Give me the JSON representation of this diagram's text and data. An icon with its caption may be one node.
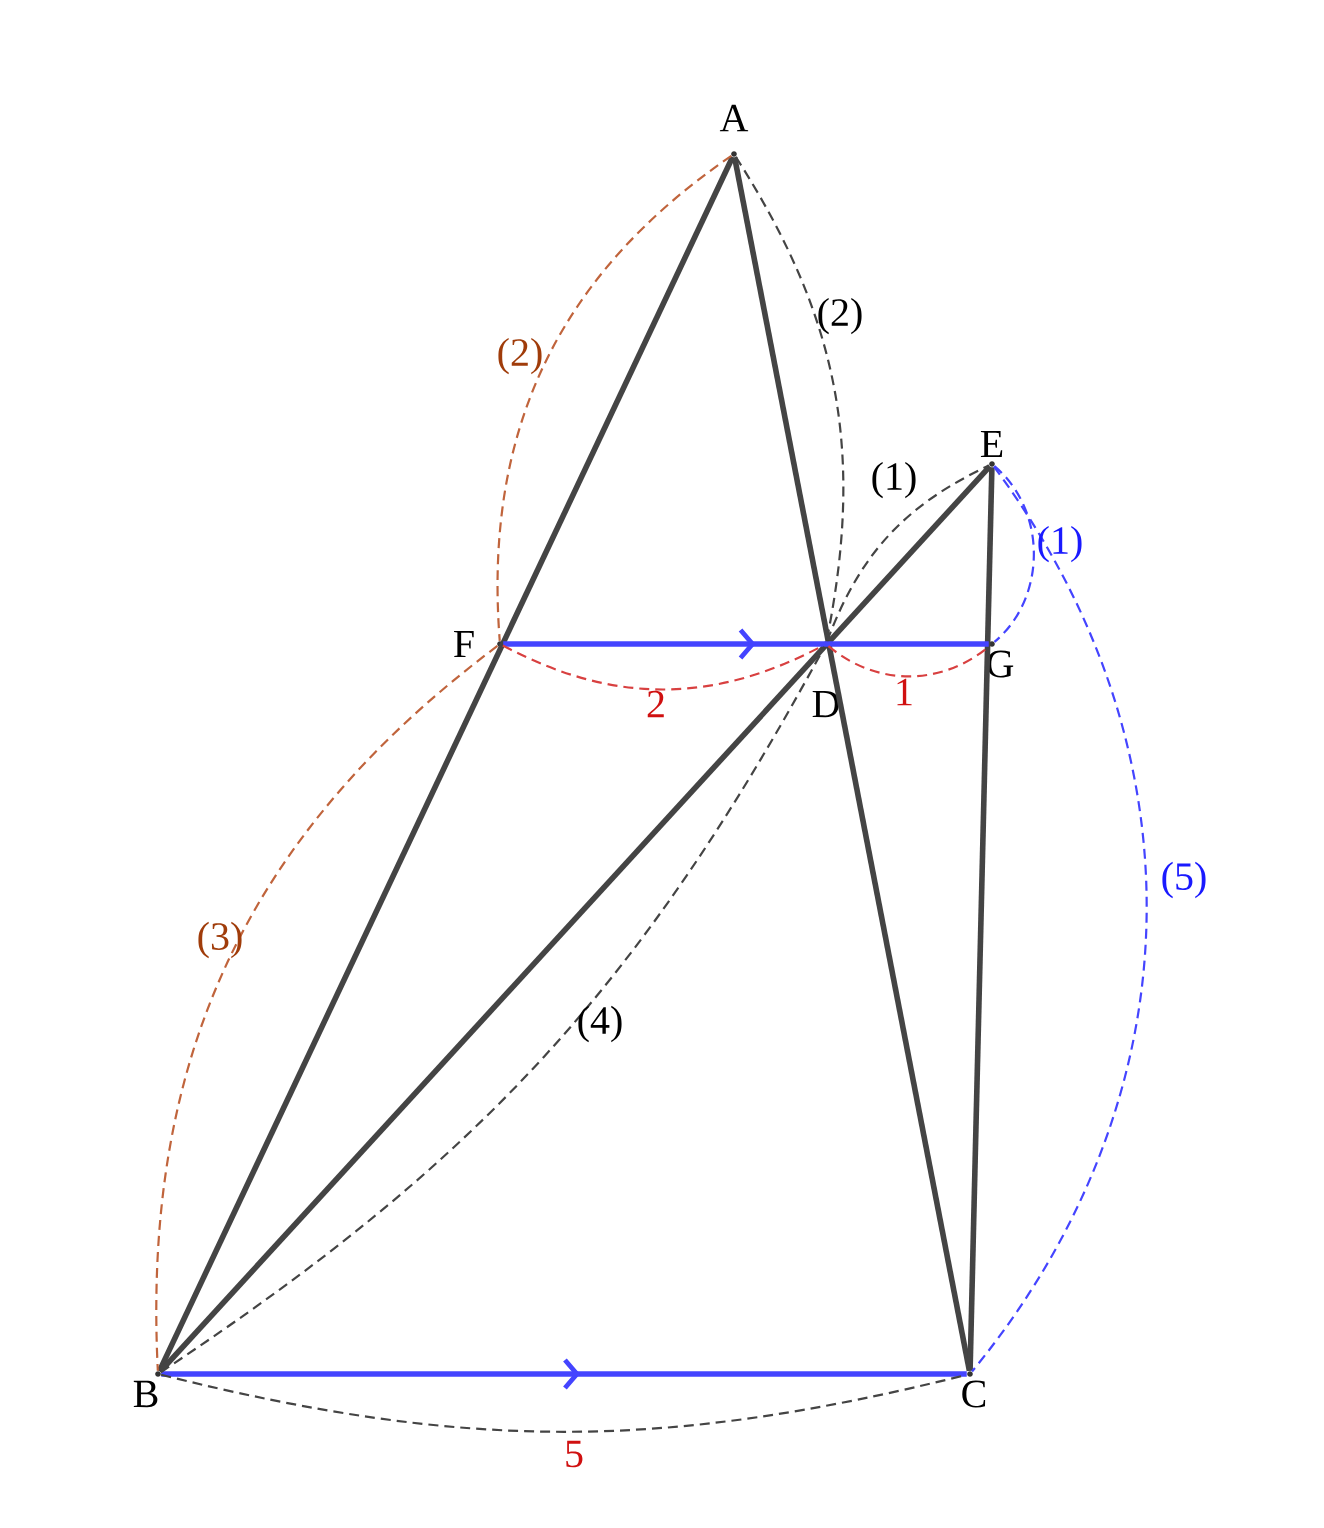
{
  "diagram": {
    "nodes": [
      {
        "text": [
          "A"
        ]
      },
      {
        "text": [
          "B"
        ]
      },
      {
        "text": [
          "C"
        ]
      },
      {
        "text": [
          "D"
        ]
      },
      {
        "text": [
          "E"
        ]
      },
      {
        "text": [
          "F"
        ]
      },
      {
        "text": [
          "G"
        ]
      }
    ],
    "edges": [
      {
        "from": 0,
        "to": 1,
        "arrow": "none",
        "style": "thick"
      },
      {
        "from": 0,
        "to": 2,
        "arrow": "none",
        "style": "thick"
      },
      {
        "from": 1,
        "to": 4,
        "arrow": "none",
        "style": "thick"
      },
      {
        "from": 4,
        "to": 2,
        "arrow": "none",
        "style": "thick"
      },
      {
        "from": 5,
        "to": 6,
        "arrow": "to",
        "style": "thick",
        "color": "#4444ff"
      },
      {
        "from": 1,
        "to": 2,
        "arrow": "to",
        "style": "thick",
        "color": "#4444ff"
      },
      {
        "from": 0,
        "to": 5,
        "arrow": "none",
        "style": "dashed",
        "color": "#c0643c",
        "label": "(2)"
      },
      {
        "from": 5,
        "to": 1,
        "arrow": "none",
        "style": "dashed",
        "color": "#c0643c",
        "label": "(3)"
      },
      {
        "from": 0,
        "to": 3,
        "arrow": "none",
        "style": "dashed",
        "label": "(2)"
      },
      {
        "from": 3,
        "to": 4,
        "arrow": "none",
        "style": "dashed",
        "label": "(1)"
      },
      {
        "from": 4,
        "to": 6,
        "arrow": "none",
        "style": "dashed",
        "color": "#4444ff",
        "label": "(1)"
      },
      {
        "from": 4,
        "to": 2,
        "arrow": "none",
        "style": "dashed",
        "color": "#4444ff",
        "label": "(5)"
      },
      {
        "from": 1,
        "to": 3,
        "arrow": "none",
        "style": "dashed",
        "label": "(4)"
      },
      {
        "from": 5,
        "to": 3,
        "arrow": "none",
        "style": "dashed",
        "color": "#d84040",
        "label": "2"
      },
      {
        "from": 3,
        "to": 6,
        "arrow": "none",
        "style": "dashed",
        "color": "#d84040",
        "label": "1"
      },
      {
        "from": 1,
        "to": 2,
        "arrow": "none",
        "style": "dashed",
        "label": "5"
      }
    ]
  }
}
